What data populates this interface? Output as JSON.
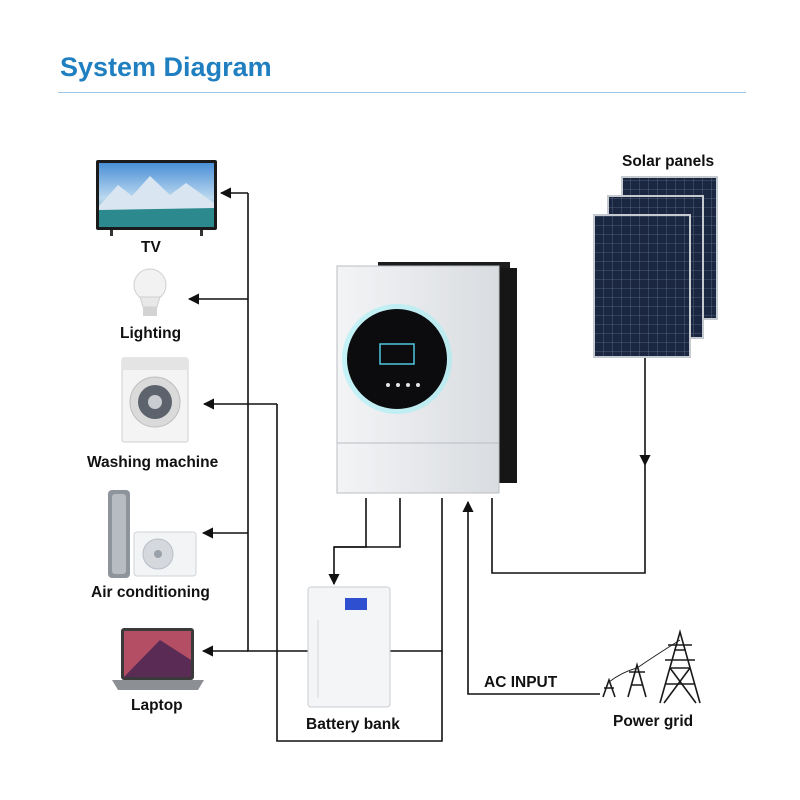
{
  "title": "System Diagram",
  "colors": {
    "title": "#1f7fc0",
    "wire": "#111111",
    "inverter_ring": "#6fd6e8",
    "solar_cell": "#1b2740"
  },
  "loads": [
    {
      "label": "TV",
      "icon": "tv-icon"
    },
    {
      "label": "Lighting",
      "icon": "light-bulb-icon"
    },
    {
      "label": "Washing machine",
      "icon": "washing-machine-icon"
    },
    {
      "label": "Air conditioning",
      "icon": "air-conditioner-icon"
    },
    {
      "label": "Laptop",
      "icon": "laptop-icon"
    }
  ],
  "sources": {
    "solar": "Solar panels",
    "grid": "Power grid",
    "battery": "Battery bank",
    "ac_input": "AC INPUT"
  }
}
